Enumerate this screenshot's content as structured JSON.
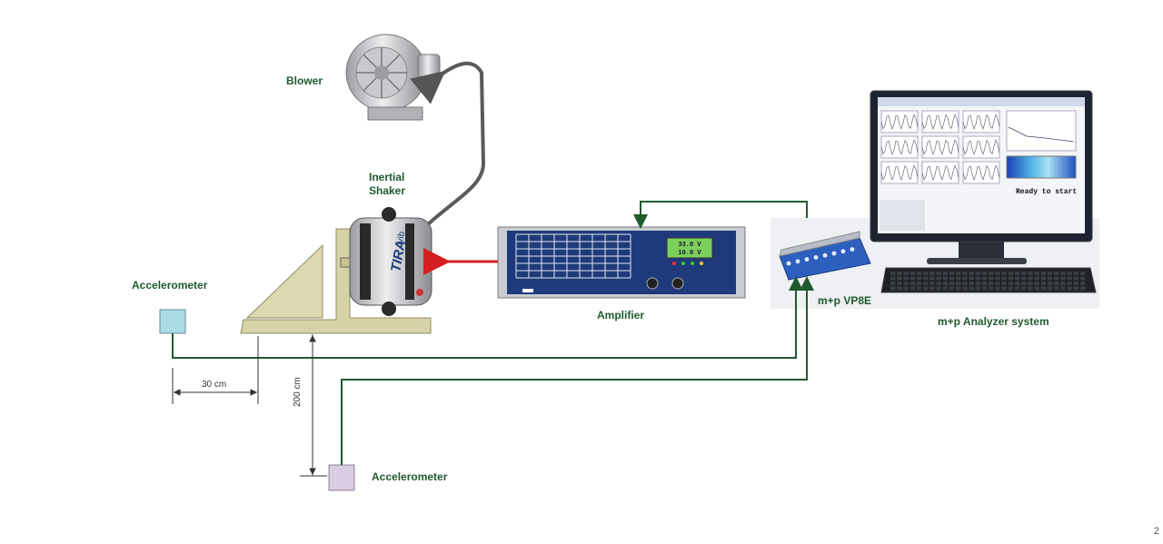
{
  "labels": {
    "blower": "Blower",
    "inertial_shaker": "Inertial\nShaker",
    "amplifier": "Amplifier",
    "vp8e": "m+p VP8E",
    "analyzer_system": "m+p Analyzer system",
    "accelerometer_top": "Accelerometer",
    "accelerometer_bottom": "Accelerometer"
  },
  "dimensions": {
    "horizontal": "30 cm",
    "vertical": "200 cm"
  },
  "shaker_brand": "TIRA",
  "shaker_brand_suffix": "vib",
  "amplifier_display": {
    "line1": "33.0 V",
    "line2": "10.0 V"
  },
  "analyzer_screen_status": "Ready to start",
  "page_number": "2",
  "colors": {
    "cable_green": "#1f5a2e",
    "arrow_red": "#d42020",
    "amp_blue": "#1e3a7a",
    "base_tan": "#d6d3a6",
    "accel_cyan": "#a9dce4",
    "accel_lilac": "#d8cde3"
  }
}
